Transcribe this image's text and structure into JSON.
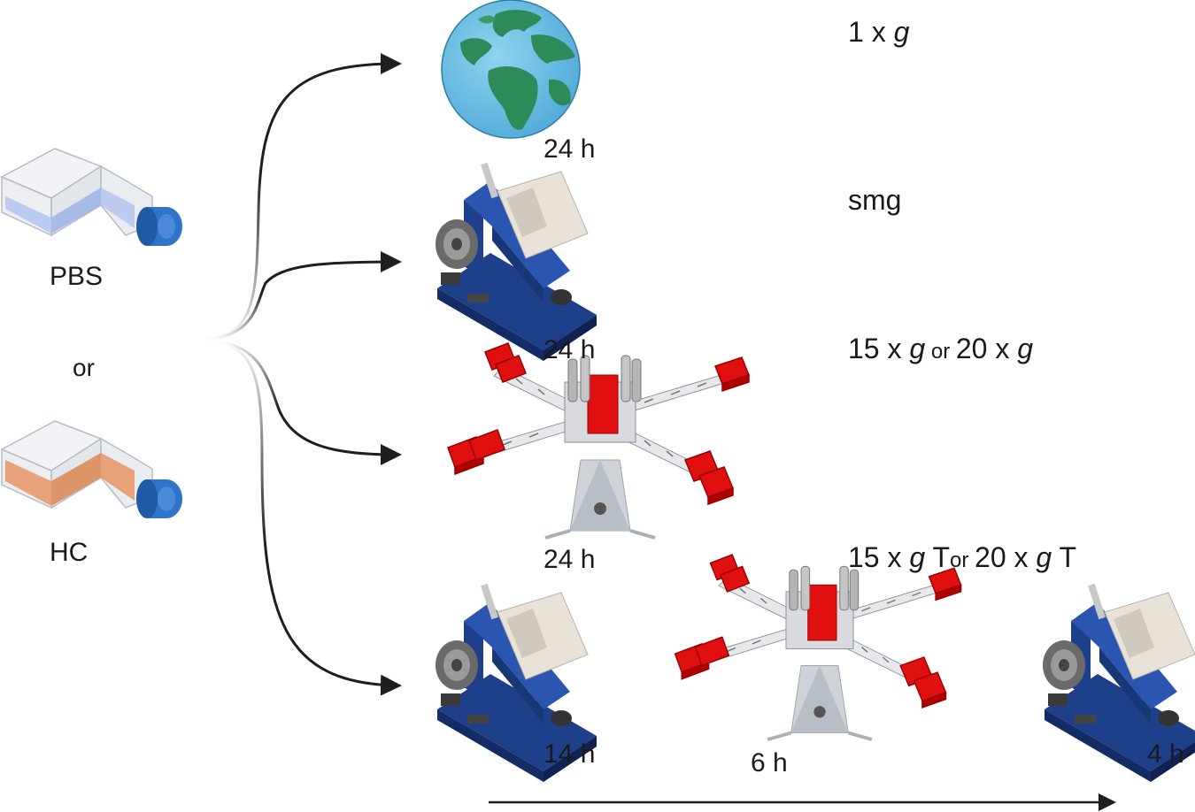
{
  "samples": [
    {
      "label": "PBS",
      "color": "#b8c8ee"
    },
    {
      "label": "HC",
      "color": "#e7a27a"
    }
  ],
  "or_label": "or",
  "condition_labels": [
    {
      "parts": [
        {
          "t": "1 x "
        },
        {
          "t": "g",
          "i": true
        }
      ]
    },
    {
      "parts": [
        {
          "t": "smg"
        }
      ]
    },
    {
      "parts": [
        {
          "t": "15 x "
        },
        {
          "t": "g",
          "i": true
        },
        {
          "t": " or ",
          "s": true
        },
        {
          "t": "20 x "
        },
        {
          "t": "g",
          "i": true
        }
      ]
    },
    {
      "parts": [
        {
          "t": "15 x "
        },
        {
          "t": "g",
          "i": true
        },
        {
          "t": " T"
        },
        {
          "t": "or ",
          "s": true
        },
        {
          "t": "20 x "
        },
        {
          "t": "g",
          "i": true
        },
        {
          "t": " T"
        }
      ]
    }
  ],
  "durations": {
    "earth": "24 h",
    "clinostat": "24 h",
    "centrifuge": "24 h",
    "seq_clinostat_1": "14 h",
    "seq_centrifuge": "6 h",
    "seq_clinostat_2": "4 h"
  },
  "icons": [
    "flask-icon",
    "earth-icon",
    "clinostat-icon",
    "centrifuge-icon",
    "arrow-icon"
  ]
}
